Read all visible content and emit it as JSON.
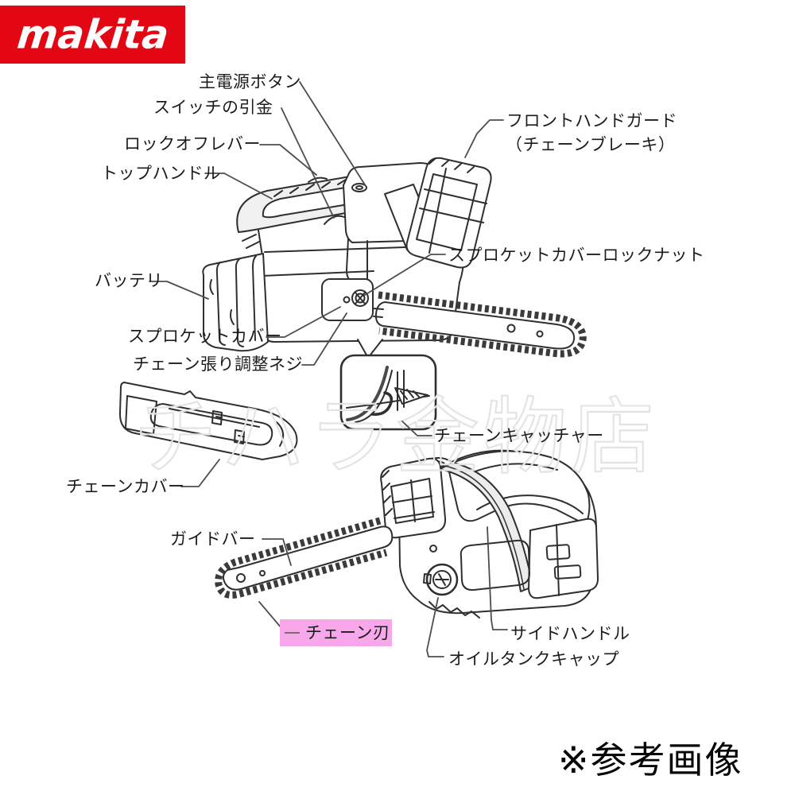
{
  "logo": {
    "brand": "makita",
    "background": "#e30613",
    "text_color": "#ffffff"
  },
  "watermark": {
    "text": "チハラ金物店",
    "color": "#e4e4e4"
  },
  "note": {
    "text": "※参考画像"
  },
  "colors": {
    "highlight_pink": "#f8a8ea",
    "logo_red": "#e30613",
    "line_art": "#2f2f2f",
    "leader_line": "#4d4d4d",
    "label_text": "#1c1c1c",
    "watermark_gray": "#e4e4e4"
  },
  "labels": {
    "main_power_button": "主電源ボタン",
    "switch_trigger": "スイッチの引金",
    "lock_off_lever": "ロックオフレバー",
    "top_handle": "トップハンドル",
    "front_hand_guard": "フロントハンドガード",
    "front_hand_guard_sub": "（チェーンブレーキ）",
    "sprocket_cover_lock_nut": "スプロケットカバーロックナット",
    "battery": "バッテリ",
    "sprocket_cover": "スプロケットカバー",
    "chain_tension_screw": "チェーン張り調整ネジ",
    "chain_catcher": "チェーンキャッチャー",
    "chain_cover": "チェーンカバー",
    "guide_bar": "ガイドバー",
    "chain_blade": "チェーン刃",
    "side_handle": "サイドハンドル",
    "oil_tank_cap": "オイルタンクキャップ"
  }
}
